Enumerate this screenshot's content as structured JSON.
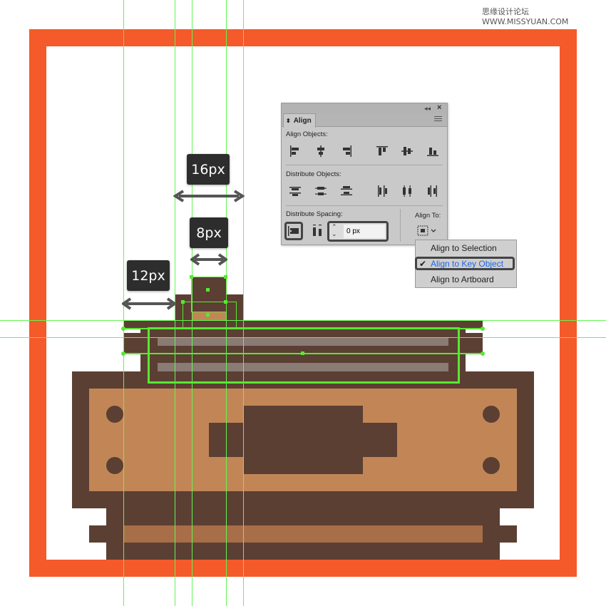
{
  "watermark": {
    "text": "思缘设计论坛 WWW.MISSYUAN.COM"
  },
  "measurements": {
    "w16": "16px",
    "w8": "8px",
    "w12": "12px"
  },
  "align_panel": {
    "title": "Align",
    "collapse_icon": "double-chevron-left-icon",
    "close_icon": "close-icon",
    "menu_icon": "hamburger-menu-icon",
    "align_objects_label": "Align Objects:",
    "distribute_objects_label": "Distribute Objects:",
    "distribute_spacing_label": "Distribute Spacing:",
    "align_to_label": "Align To:",
    "spacing_value": "0 px",
    "align_objects_icons": [
      "horizontal-align-left-icon",
      "horizontal-align-center-icon",
      "horizontal-align-right-icon",
      "vertical-align-top-icon",
      "vertical-align-center-icon",
      "vertical-align-bottom-icon"
    ],
    "distribute_objects_icons": [
      "vertical-distribute-top-icon",
      "vertical-distribute-center-icon",
      "vertical-distribute-bottom-icon",
      "horizontal-distribute-left-icon",
      "horizontal-distribute-center-icon",
      "horizontal-distribute-right-icon"
    ]
  },
  "align_to_menu": {
    "items": [
      "Align to Selection",
      "Align to Key Object",
      "Align to Artboard"
    ],
    "selected": "Align to Key Object"
  },
  "colors": {
    "frame": "#f45a2a",
    "dark_brown": "#5b3f33",
    "tan": "#c28656",
    "light_brown": "#a86e48",
    "gray_stripe": "#8a7b74",
    "guide": "#63f552",
    "selection": "#58e832",
    "menu_highlight": "#1f66e5"
  }
}
